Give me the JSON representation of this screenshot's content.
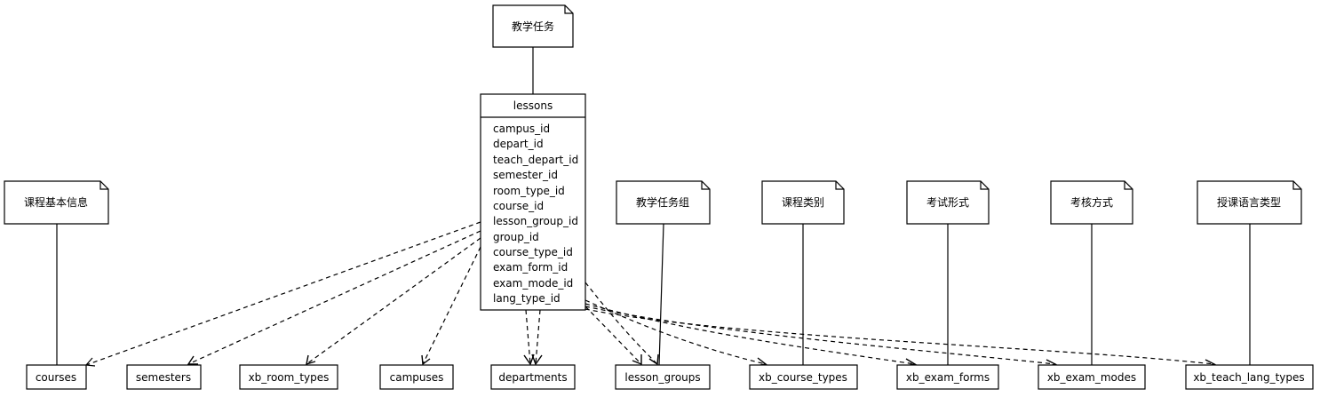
{
  "notes": [
    {
      "id": "note-lessons",
      "label": "教学任务"
    },
    {
      "id": "note-courses",
      "label": "课程基本信息"
    },
    {
      "id": "note-lesson-groups",
      "label": "教学任务组"
    },
    {
      "id": "note-course-types",
      "label": "课程类别"
    },
    {
      "id": "note-exam-forms",
      "label": "考试形式"
    },
    {
      "id": "note-exam-modes",
      "label": "考核方式"
    },
    {
      "id": "note-lang-types",
      "label": "授课语言类型"
    }
  ],
  "main_entity": {
    "name": "lessons",
    "fields": [
      "campus_id",
      "depart_id",
      "teach_depart_id",
      "semester_id",
      "room_type_id",
      "course_id",
      "lesson_group_id",
      "group_id",
      "course_type_id",
      "exam_form_id",
      "exam_mode_id",
      "lang_type_id"
    ]
  },
  "tables": [
    {
      "id": "courses",
      "label": "courses"
    },
    {
      "id": "semesters",
      "label": "semesters"
    },
    {
      "id": "xb_room_types",
      "label": "xb_room_types"
    },
    {
      "id": "campuses",
      "label": "campuses"
    },
    {
      "id": "departments",
      "label": "departments"
    },
    {
      "id": "lesson_groups",
      "label": "lesson_groups"
    },
    {
      "id": "xb_course_types",
      "label": "xb_course_types"
    },
    {
      "id": "xb_exam_forms",
      "label": "xb_exam_forms"
    },
    {
      "id": "xb_exam_modes",
      "label": "xb_exam_modes"
    },
    {
      "id": "xb_teach_lang_types",
      "label": "xb_teach_lang_types"
    }
  ]
}
